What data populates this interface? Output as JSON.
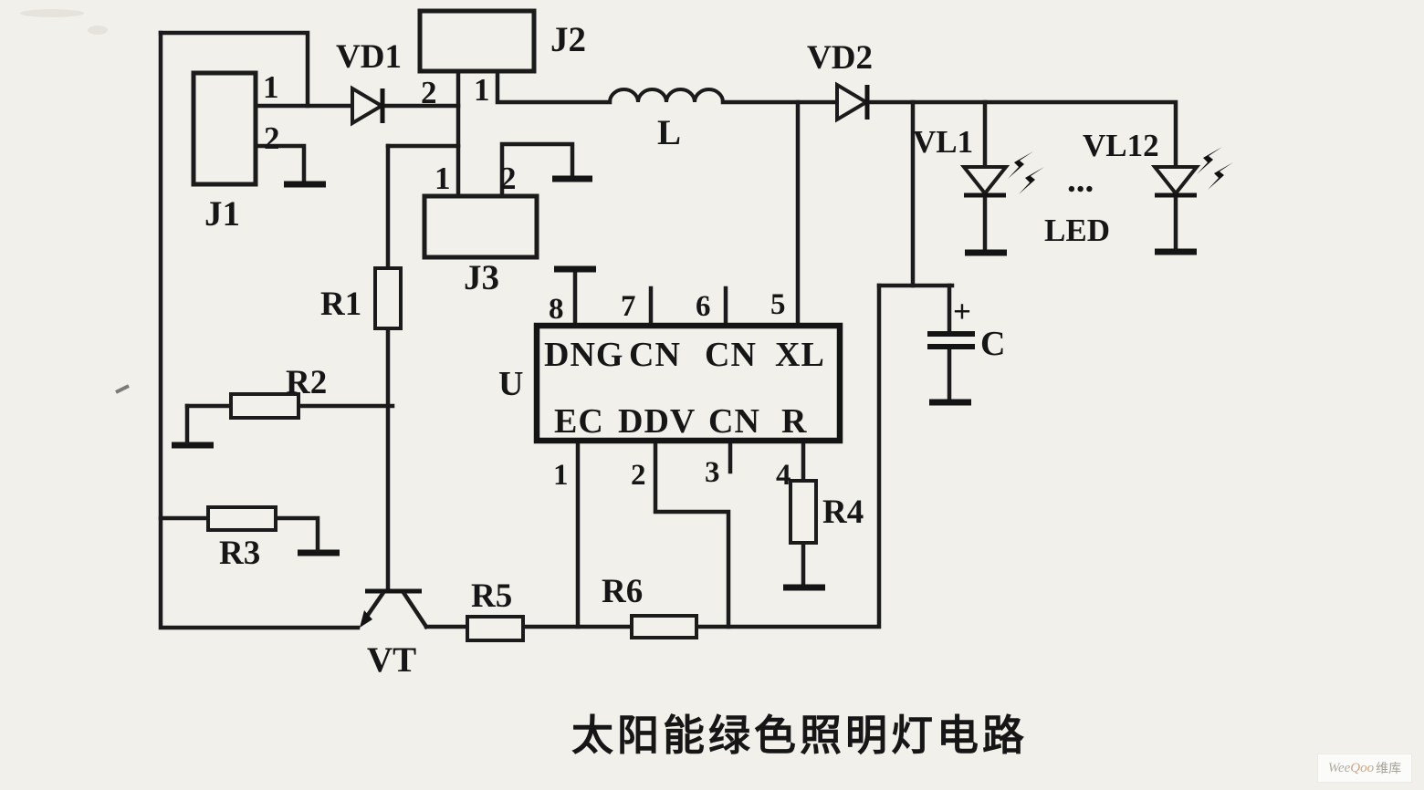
{
  "title": "太阳能绿色照明灯电路",
  "watermark": {
    "part1": "Wee",
    "part2": "Qoo",
    "part3": "维库"
  },
  "connectors": {
    "j1": {
      "label": "J1",
      "pin1": "1",
      "pin2": "2"
    },
    "j2": {
      "label": "J2",
      "pin1": "1",
      "pin2": "2"
    },
    "j3": {
      "label": "J3",
      "pin1": "1",
      "pin2": "2"
    }
  },
  "diodes": {
    "vd1": "VD1",
    "vd2": "VD2"
  },
  "inductor": {
    "label": "L"
  },
  "resistors": {
    "r1": "R1",
    "r2": "R2",
    "r3": "R3",
    "r4": "R4",
    "r5": "R5",
    "r6": "R6"
  },
  "capacitor": {
    "label": "C",
    "polarity": "+"
  },
  "transistor": {
    "label": "VT"
  },
  "ic": {
    "designator": "U",
    "top_pin_numbers": [
      "8",
      "7",
      "6",
      "5"
    ],
    "top_pin_labels": [
      "DNG",
      "CN",
      "CN",
      "XL"
    ],
    "bottom_pin_labels": [
      "EC",
      "DDV",
      "CN",
      "R"
    ],
    "bottom_pin_numbers": [
      "1",
      "2",
      "3",
      "4"
    ]
  },
  "leds": {
    "vl1": "VL1",
    "vl12": "VL12",
    "ellipsis": "...",
    "group_label": "LED"
  }
}
